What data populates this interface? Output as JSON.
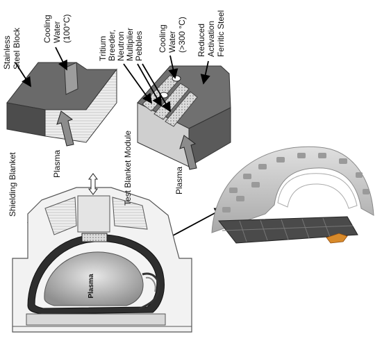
{
  "labels": {
    "stainless": "Stainless",
    "steel_block": "Steel Block",
    "cooling_water_1": "Cooling",
    "cooling_water_2": "Water",
    "cooling_water_3": "(100°C)",
    "tritium_1": "Tritium",
    "tritium_2": "Breeder,",
    "tritium_3": "Neutron",
    "tritium_4": "Multiplier",
    "tritium_5": "Pebbles",
    "cooling_hot_1": "Cooling",
    "cooling_hot_2": "Water",
    "cooling_hot_3": "(>300 °C)",
    "reduced_1": "Reduced",
    "reduced_2": "Activation",
    "reduced_3": "Ferritic Steel",
    "plasma_left": "Plasma",
    "plasma_right": "Plasma",
    "shielding_blanket": "Shielding Blanket",
    "test_blanket_module": "Test Blanket Module",
    "plasma_center": "Plasma"
  },
  "colors": {
    "block_dark": "#5e5e5e",
    "block_mid": "#9a9a9a",
    "block_light": "#e6e6e6",
    "arrow_fill": "#8a8a8a",
    "plasma_fill": "#b5b5b5"
  }
}
